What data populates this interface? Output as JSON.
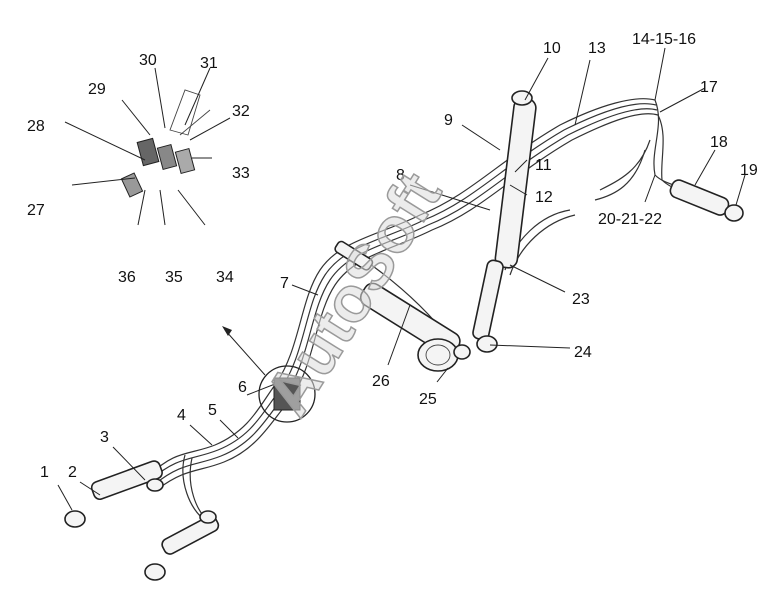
{
  "diagram": {
    "watermark": "AutoSoft",
    "callouts": [
      "1",
      "2",
      "3",
      "4",
      "5",
      "6",
      "7",
      "8",
      "9",
      "10",
      "11",
      "12",
      "13",
      "14-15-16",
      "17",
      "18",
      "19",
      "20-21-22",
      "23",
      "24",
      "25",
      "26",
      "27",
      "28",
      "29",
      "30",
      "31",
      "32",
      "33",
      "34",
      "35",
      "36"
    ],
    "colors": {
      "ink": "#222222",
      "background": "#ffffff",
      "watermark": "#9a9a9a"
    }
  }
}
